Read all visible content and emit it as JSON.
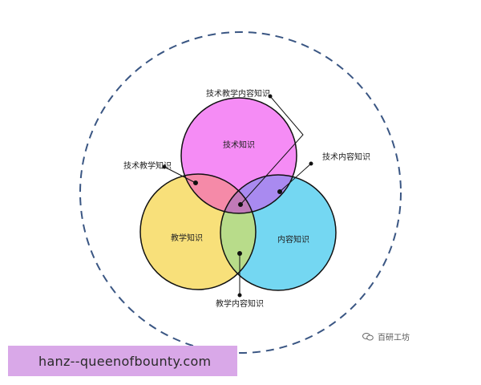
{
  "diagram": {
    "circles": {
      "technology": {
        "label": "技术知识",
        "color": "#f58cf5"
      },
      "pedagogy": {
        "label": "教学知识",
        "color": "#f8e07a"
      },
      "content": {
        "label": "内容知识",
        "color": "#74d7f2"
      }
    },
    "overlap_colors": {
      "tech_pedagogy": "#f58aa8",
      "tech_content": "#a98af0",
      "pedagogy_content": "#b8dc8a",
      "center": "#c07ab8"
    },
    "callouts": {
      "tpack": "技术教学内容知识",
      "tpk": "技术教学知识",
      "tck": "技术内容知识",
      "pck": "教学内容知识"
    },
    "context_boundary": {
      "style": "dashed",
      "color": "#3a5683"
    }
  },
  "watermark": {
    "text": "百研工坊",
    "icon": "wechat-icon"
  },
  "footer": {
    "text": "hanz--queenofbounty.com",
    "band_color": "#d9a8e8"
  }
}
